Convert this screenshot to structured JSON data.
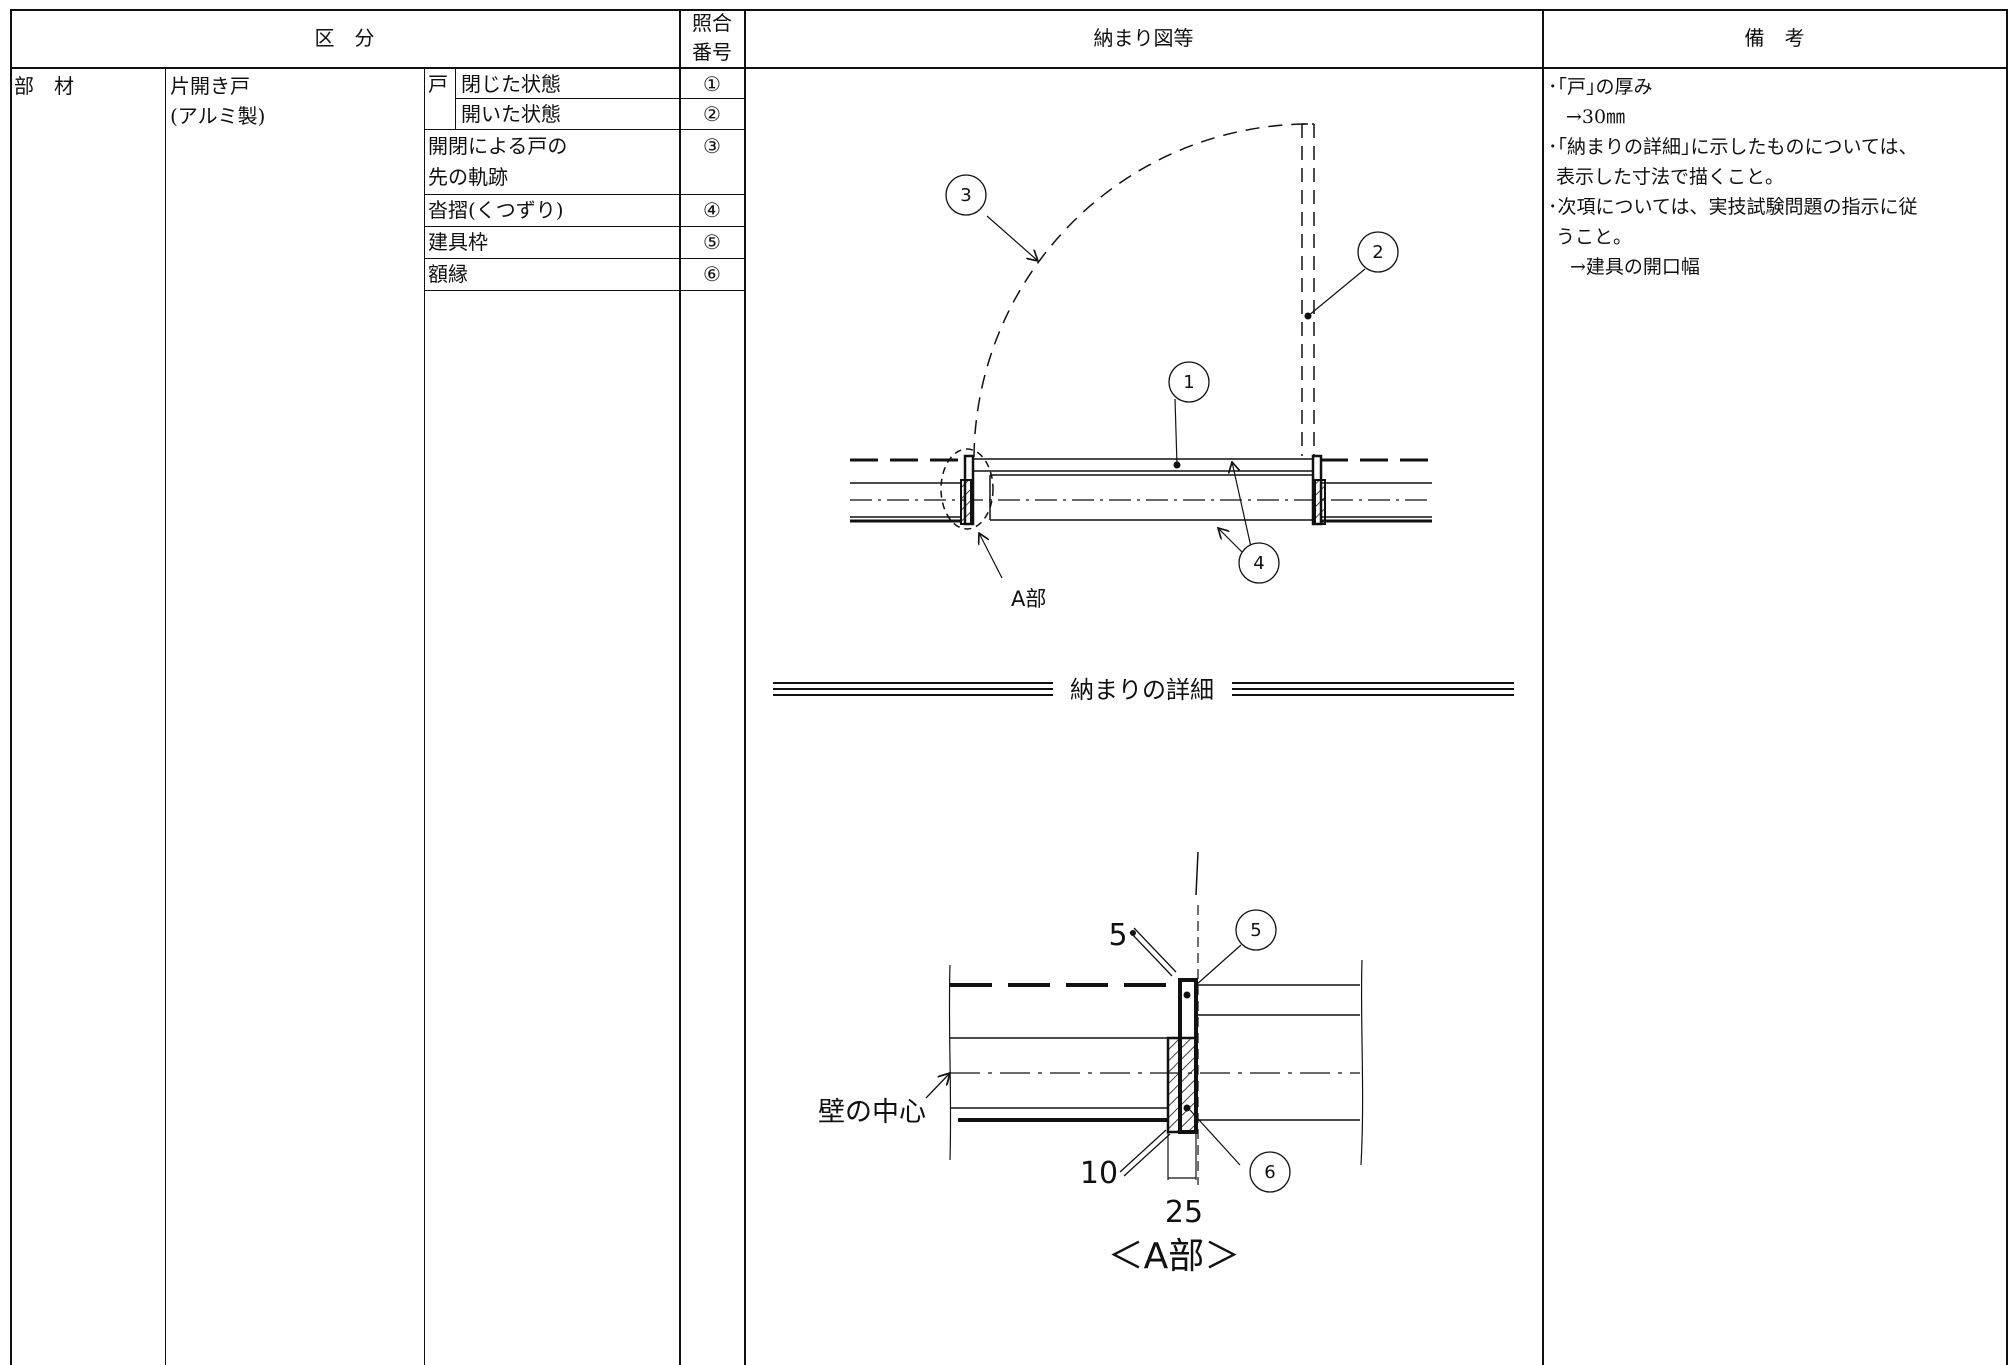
{
  "header": {
    "category": "区　分",
    "ref_number_line1": "照合",
    "ref_number_line2": "番号",
    "drawing": "納まり図等",
    "remarks": "備　考"
  },
  "rows": {
    "member": "部　材",
    "door_type_line1": "片開き戸",
    "door_type_line2": "(アルミ製)",
    "door_label": "戸",
    "items": [
      {
        "label": "閉じた状態",
        "number": "①"
      },
      {
        "label": "開いた状態",
        "number": "②"
      },
      {
        "label_line1": "開閉による戸の",
        "label_line2": "先の軌跡",
        "number": "③"
      },
      {
        "label": "沓摺(くつずり)",
        "number": "④"
      },
      {
        "label": "建具枠",
        "number": "⑤"
      },
      {
        "label": "額縁",
        "number": "⑥"
      }
    ]
  },
  "remarks": {
    "lines": [
      "･｢戸｣の厚み",
      "→30㎜",
      "･｢納まりの詳細｣に示したものについては、",
      "表示した寸法で描くこと。",
      "･次項については、実技試験問題の指示に従",
      "うこと。",
      "→建具の開口幅"
    ]
  },
  "drawing": {
    "callouts": [
      "1",
      "2",
      "3",
      "4",
      "5",
      "6"
    ],
    "a_part_label": "A部",
    "detail_title": "納まりの詳細",
    "wall_center_label": "壁の中心",
    "dim_5": "5",
    "dim_10": "10",
    "dim_25": "25",
    "a_part_caption": "＜A部＞"
  }
}
